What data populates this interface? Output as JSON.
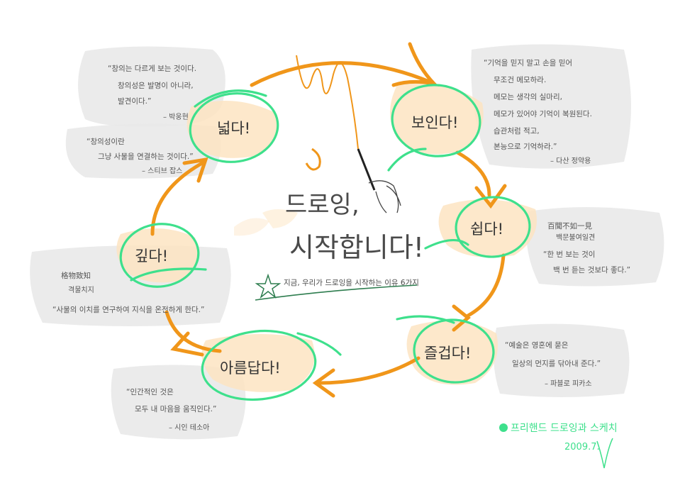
{
  "title": {
    "line1": "드로잉,",
    "line2": "시작합니다!"
  },
  "subtitle": "지금, 우리가 드로잉을 시작하는 이유 6가지",
  "nodes": [
    {
      "label": "넓다!"
    },
    {
      "label": "보인다!"
    },
    {
      "label": "쉽다!"
    },
    {
      "label": "즐겁다!"
    },
    {
      "label": "아름답다!"
    },
    {
      "label": "깊다!"
    }
  ],
  "quotes": {
    "q1": {
      "lines": [
        "“창의는 다르게 보는 것이다.",
        "창의성은 발명이 아니라,",
        "발견이다.”"
      ],
      "author": "– 박웅현"
    },
    "q2": {
      "lines": [
        "“창의성이란",
        "그냥 사물을 연결하는 것이다.”"
      ],
      "author": "– 스티브 잡스"
    },
    "q3": {
      "lines": [
        "“기억을 믿지 말고 손을 믿어",
        "무조건 메모하라.",
        "메모는 생각의 실마리,",
        "메모가 있어야 기억이 복원된다.",
        "습관처럼 적고,",
        "본능으로 기억하라.”"
      ],
      "author": "– 다산 정약용"
    },
    "q4": {
      "hanja": "百聞不如一見",
      "reading": "백문불여일견",
      "lines": [
        "“한 번 보는 것이",
        "백 번 듣는 것보다 좋다.”"
      ]
    },
    "q5": {
      "hanja": "格物致知",
      "reading": "격물치지",
      "lines": [
        "“사물의 이치를 연구하여 지식을 온전하게 한다.”"
      ]
    },
    "q6": {
      "lines": [
        "“예술은 영혼에 묻은",
        "일상의 먼지를 닦아내 준다.”"
      ],
      "author": "– 파블로 피카소"
    },
    "q7": {
      "lines": [
        "“인간적인 것은",
        "모두 내 마음을 움직인다.”"
      ],
      "author": "– 시인 테소아"
    }
  },
  "signature": {
    "line1": "프리핸드 드로잉과 스케치",
    "line2": "2009.7."
  },
  "colors": {
    "node_ring": "#3ee08c",
    "arrow": "#f09a1e",
    "highlight": "#fde6c8",
    "quote_bg": "#eaeaea",
    "ink": "#333333",
    "underline": "#2e7d4f",
    "signature": "#3ee08c"
  }
}
